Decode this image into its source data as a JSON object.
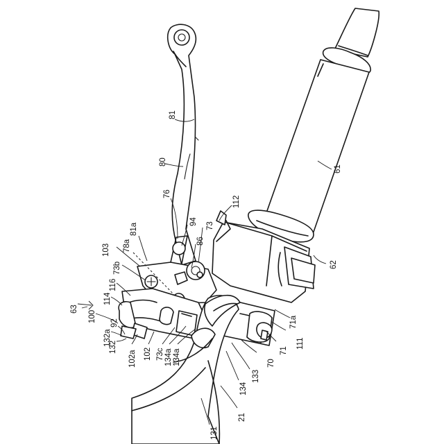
{
  "figure": {
    "labels": {
      "l81": "81",
      "l80": "80",
      "l61": "61",
      "l62": "62",
      "l76": "76",
      "l94": "94",
      "l73": "73",
      "l112": "112",
      "l86": "86",
      "l81a": "81a",
      "l78a": "78a",
      "l103": "103",
      "l73b": "73b",
      "l116": "116",
      "l114": "114",
      "l63": "63",
      "l100": "100",
      "l92": "92",
      "l132a": "132a",
      "l132": "132",
      "l102a": "102a",
      "l102": "102",
      "l73c": "73c",
      "l134a1": "134a",
      "l134a2": "134a",
      "l134": "134",
      "l133": "133",
      "l70": "70",
      "l71": "71",
      "l111": "111",
      "l71a": "71a",
      "l131": "131",
      "l21": "21"
    }
  }
}
